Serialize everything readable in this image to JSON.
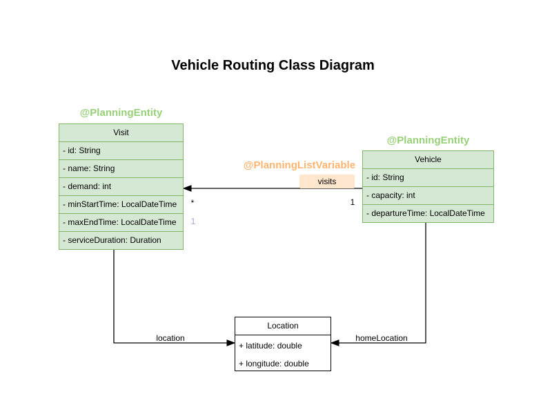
{
  "title": "Vehicle Routing Class Diagram",
  "annotations": {
    "visit": "@PlanningEntity",
    "vehicle": "@PlanningEntity",
    "visits_variable": "@PlanningListVariable"
  },
  "classes": {
    "visit": {
      "name": "Visit",
      "members": [
        "- id: String",
        "- name: String",
        "- demand: int",
        "- minStartTime: LocalDateTime",
        "- maxEndTime: LocalDateTime",
        "- serviceDuration: Duration"
      ]
    },
    "vehicle": {
      "name": "Vehicle",
      "members": [
        "- id: String",
        "- capacity: int",
        "- departureTime: LocalDateTime"
      ]
    },
    "location": {
      "name": "Location",
      "members": [
        "+ latitude: double",
        "+ longitude: double"
      ]
    }
  },
  "relations": {
    "visits": {
      "label": "visits",
      "source_multiplicity": "1",
      "target_multiplicity": "*",
      "extra_multiplicity": "1"
    },
    "location": {
      "label": "location"
    },
    "home_location": {
      "label": "homeLocation"
    }
  },
  "colors": {
    "entity_fill": "#d5e8d4",
    "entity_border": "#82b366",
    "annotation_green": "#97d077",
    "annotation_orange": "#ffb570",
    "visits_badge_fill": "#ffe6cc",
    "plain_fill": "#ffffff",
    "line_color": "#000000",
    "extra_multiplicity_color": "#b9a7d6"
  }
}
